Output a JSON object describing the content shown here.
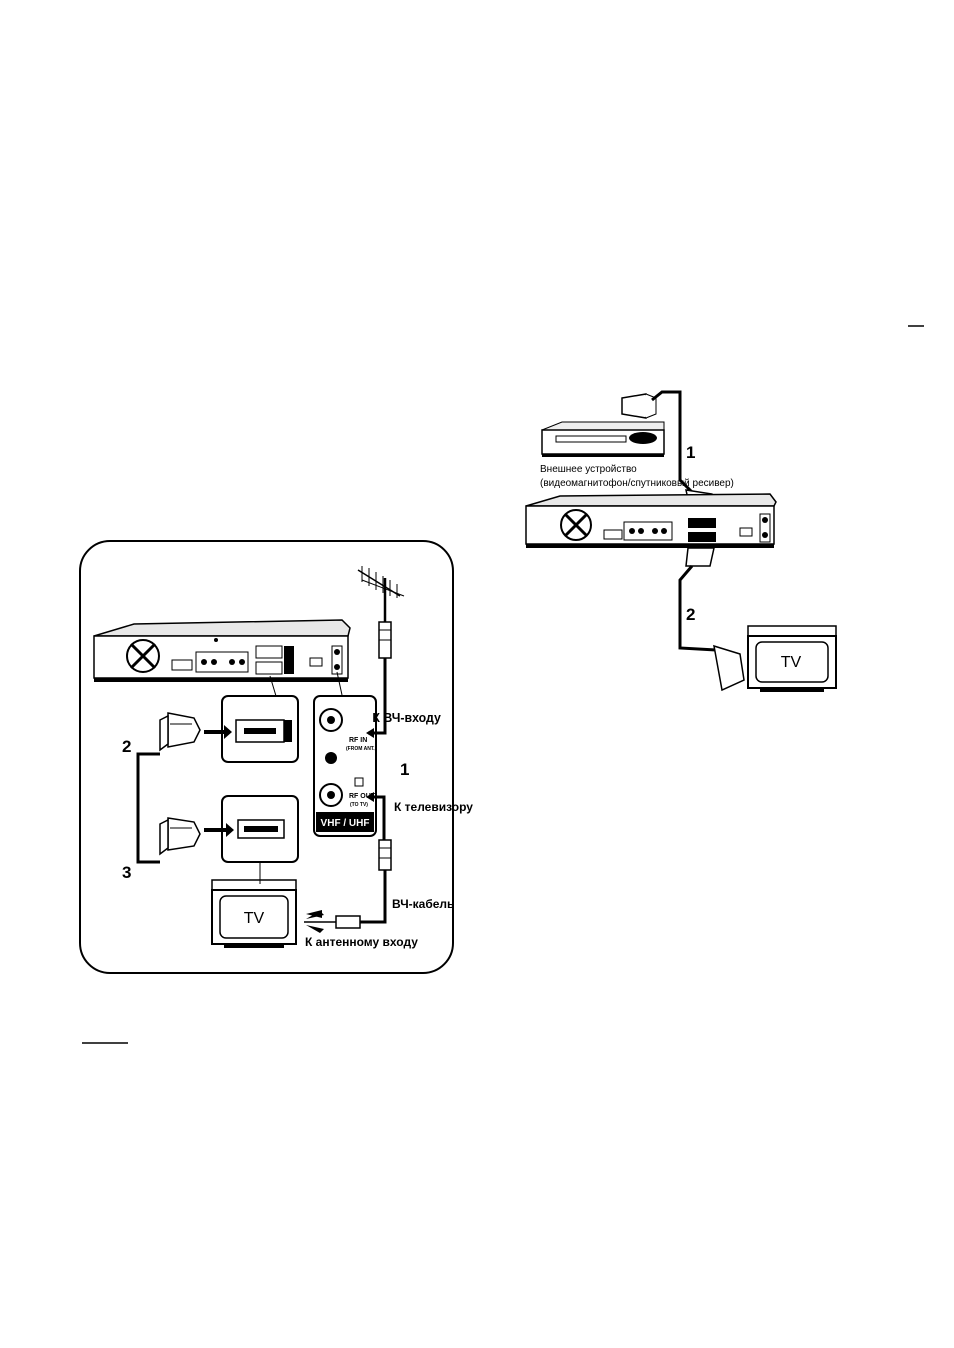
{
  "left_diagram": {
    "label_rf_in": "К ВЧ-входу",
    "label_to_tv": "К телевизору",
    "label_rf_cable": "ВЧ-кабель",
    "label_antenna_in": "К антенному входу",
    "step_1": "1",
    "step_2": "2",
    "step_3": "3",
    "tv_label": "TV",
    "panel_rf_in": "RF IN",
    "panel_rf_in_sub": "(FROM ANT.)",
    "panel_rf_out": "RF OUT",
    "panel_rf_out_sub": "(TO TV)",
    "panel_band": "VHF / UHF"
  },
  "right_diagram": {
    "external_device_line1": "Внешнее устройство",
    "external_device_line2": "(видеомагнитофон/спутниковый ресивер)",
    "step_1": "1",
    "step_2": "2",
    "tv_label": "TV"
  }
}
